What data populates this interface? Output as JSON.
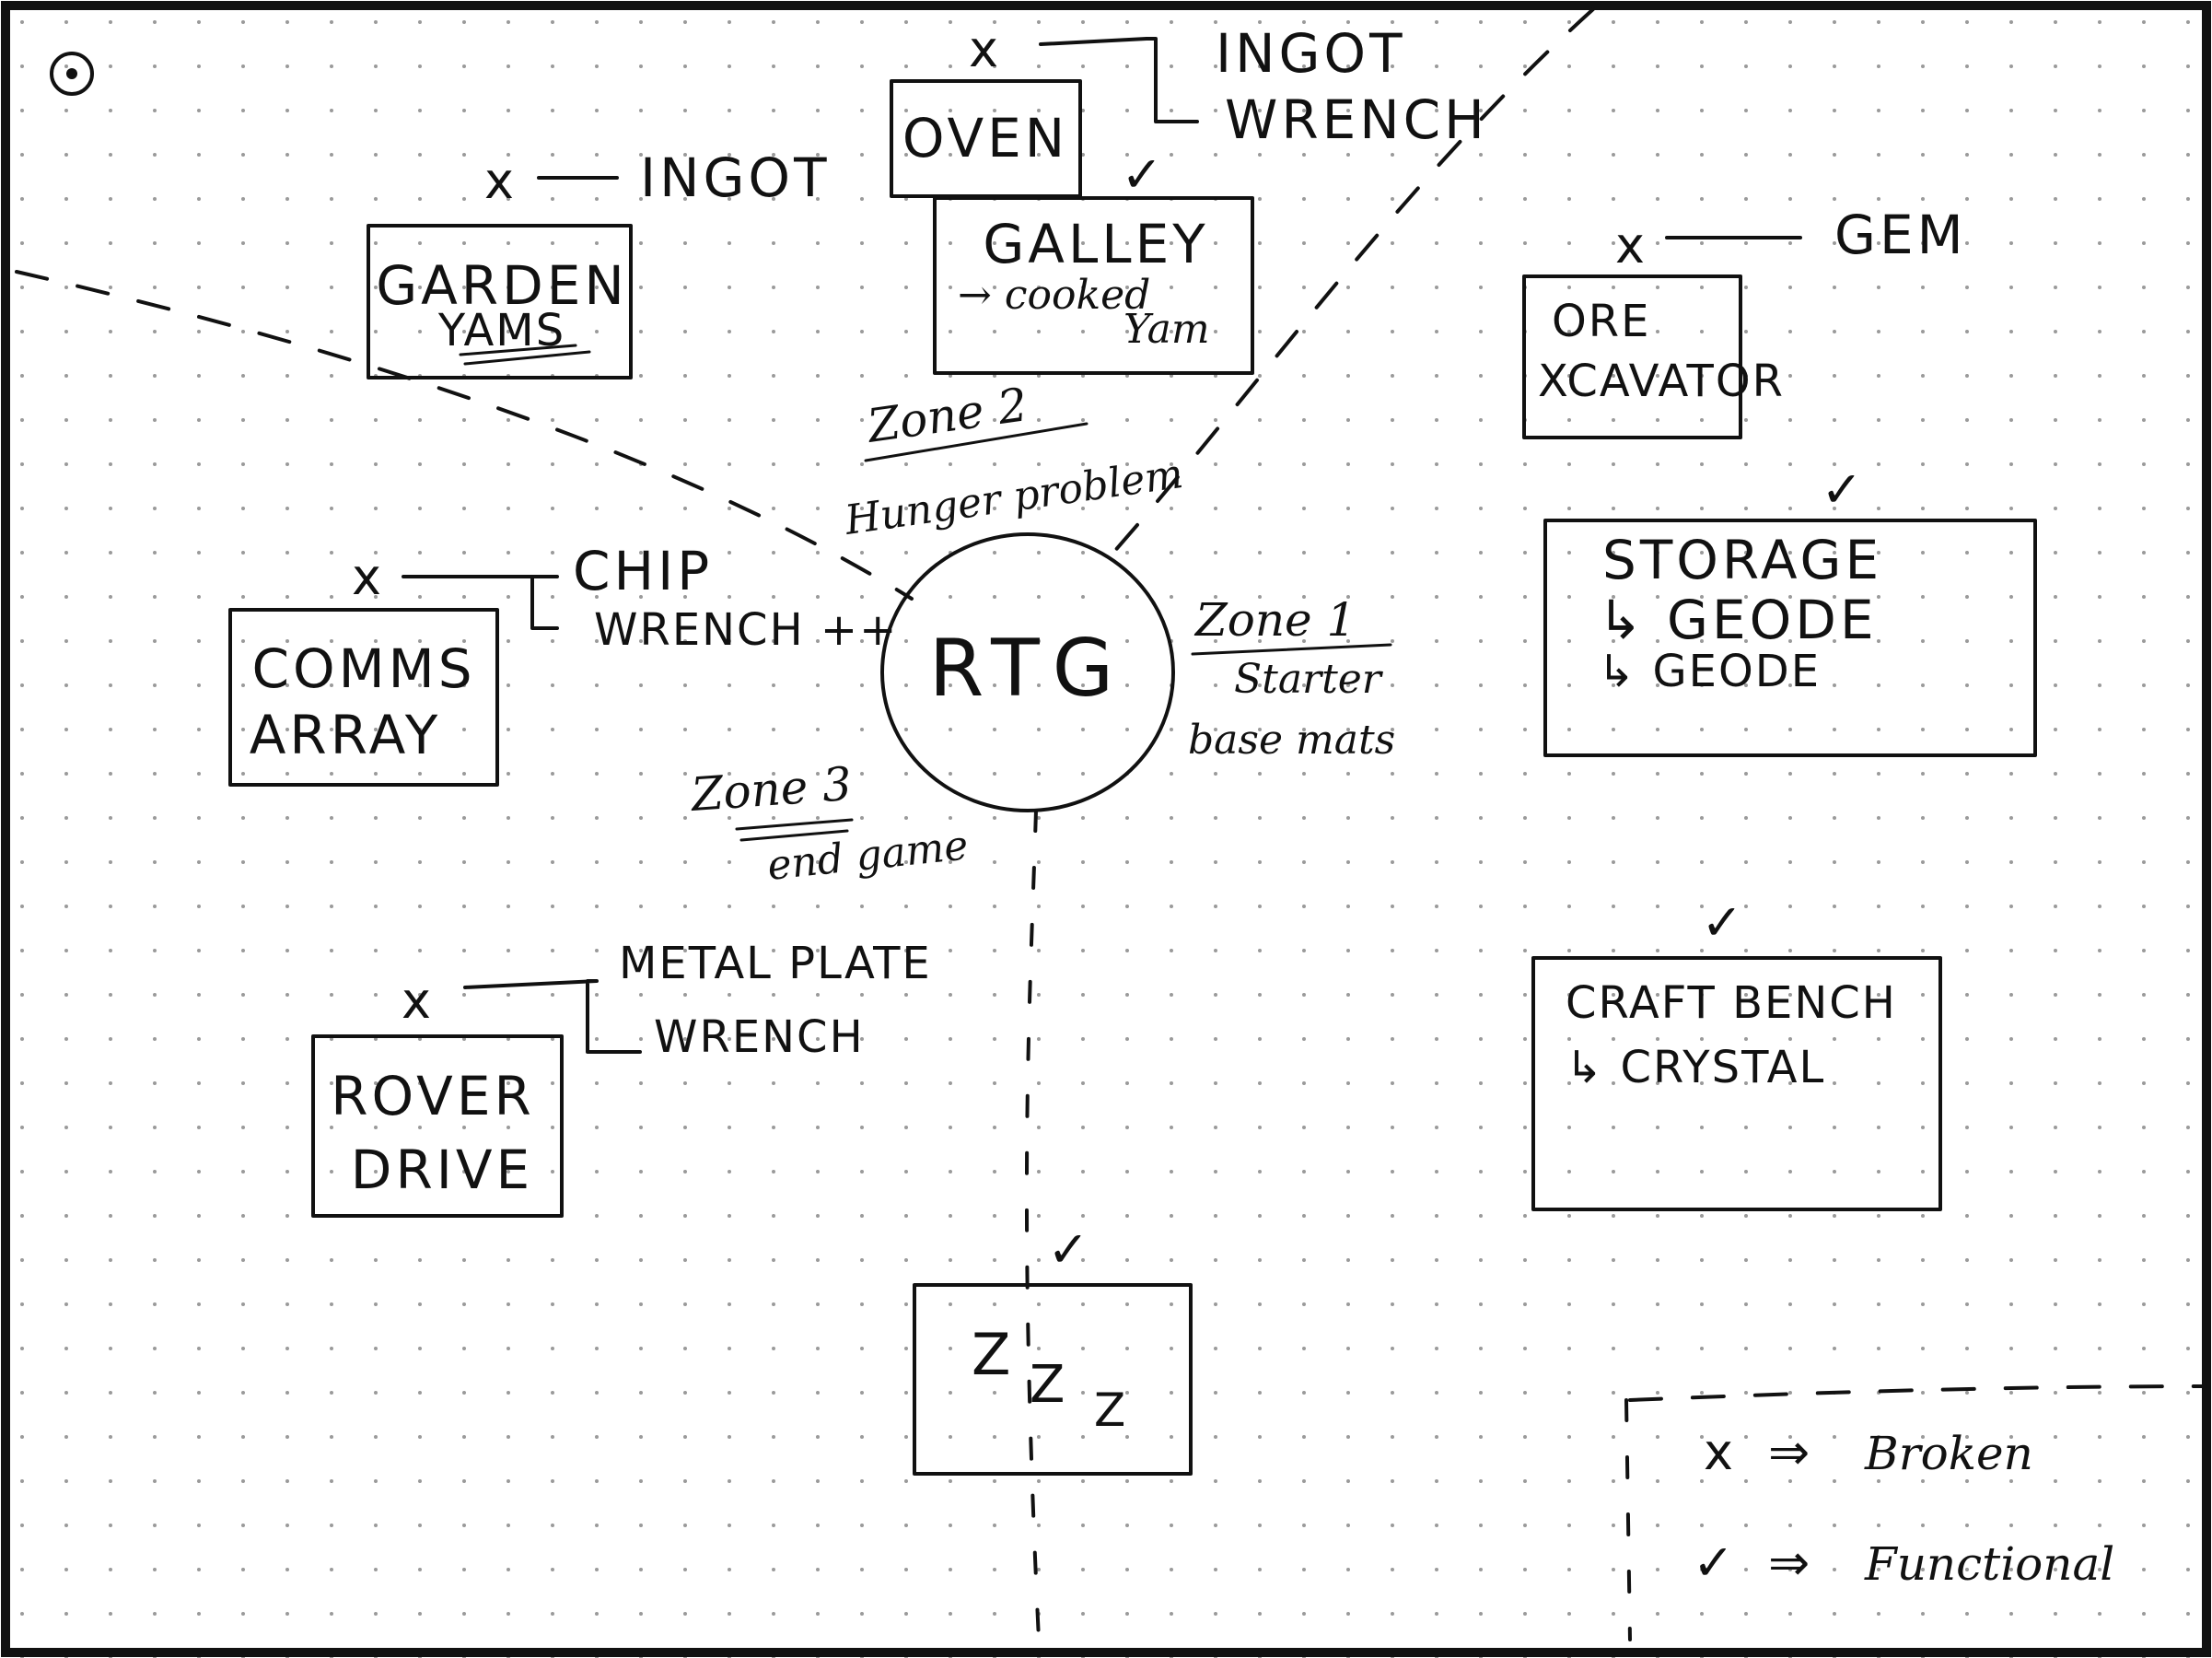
{
  "diagram": {
    "center": {
      "label": "RTG"
    },
    "zones": [
      {
        "title": "Zone 1",
        "lines": [
          "Starter",
          "base mats"
        ]
      },
      {
        "title": "Zone 2",
        "lines": [
          "Hunger problem"
        ]
      },
      {
        "title": "Zone 3",
        "lines": [
          "end game"
        ]
      }
    ],
    "modules": [
      {
        "id": "oven",
        "label_lines": [
          "OVEN"
        ],
        "status": "x",
        "needs": [
          "INGOT",
          "WRENCH"
        ]
      },
      {
        "id": "galley",
        "label_lines": [
          "GALLEY",
          "→ cooked",
          "Yam"
        ],
        "status": "check"
      },
      {
        "id": "garden",
        "label_lines": [
          "GARDEN",
          "YAMS"
        ],
        "status": "x",
        "needs": [
          "INGOT"
        ]
      },
      {
        "id": "ore-excavator",
        "label_lines": [
          "ORE",
          "XCAVATOR"
        ],
        "status": "x",
        "needs": [
          "GEM"
        ]
      },
      {
        "id": "storage",
        "label_lines": [
          "STORAGE",
          "↳ GEODE",
          "↳ GEODE"
        ],
        "status": "check"
      },
      {
        "id": "comms-array",
        "label_lines": [
          "COMMS",
          "ARRAY"
        ],
        "status": "x",
        "needs": [
          "CHIP",
          "WRENCH ++"
        ]
      },
      {
        "id": "rover-drive",
        "label_lines": [
          "ROVER",
          "DRIVE"
        ],
        "status": "x",
        "needs": [
          "METAL PLATE",
          "WRENCH"
        ]
      },
      {
        "id": "craft-bench",
        "label_lines": [
          "CRAFT BENCH",
          "↳ CRYSTAL"
        ],
        "status": "check"
      },
      {
        "id": "sleep",
        "label_lines": [
          "Z",
          "Z",
          "Z"
        ],
        "status": "check"
      }
    ],
    "symbols": {
      "broken": "x",
      "functional": "✓"
    },
    "legend": [
      {
        "symbol": "x",
        "arrow": "⇒",
        "meaning": "Broken"
      },
      {
        "symbol": "✓",
        "arrow": "⇒",
        "meaning": "Functional"
      }
    ],
    "icons": [
      "target-icon"
    ],
    "colors": {
      "ink": "#111111",
      "paper": "#ffffff",
      "dot": "#9a9a9a"
    }
  }
}
